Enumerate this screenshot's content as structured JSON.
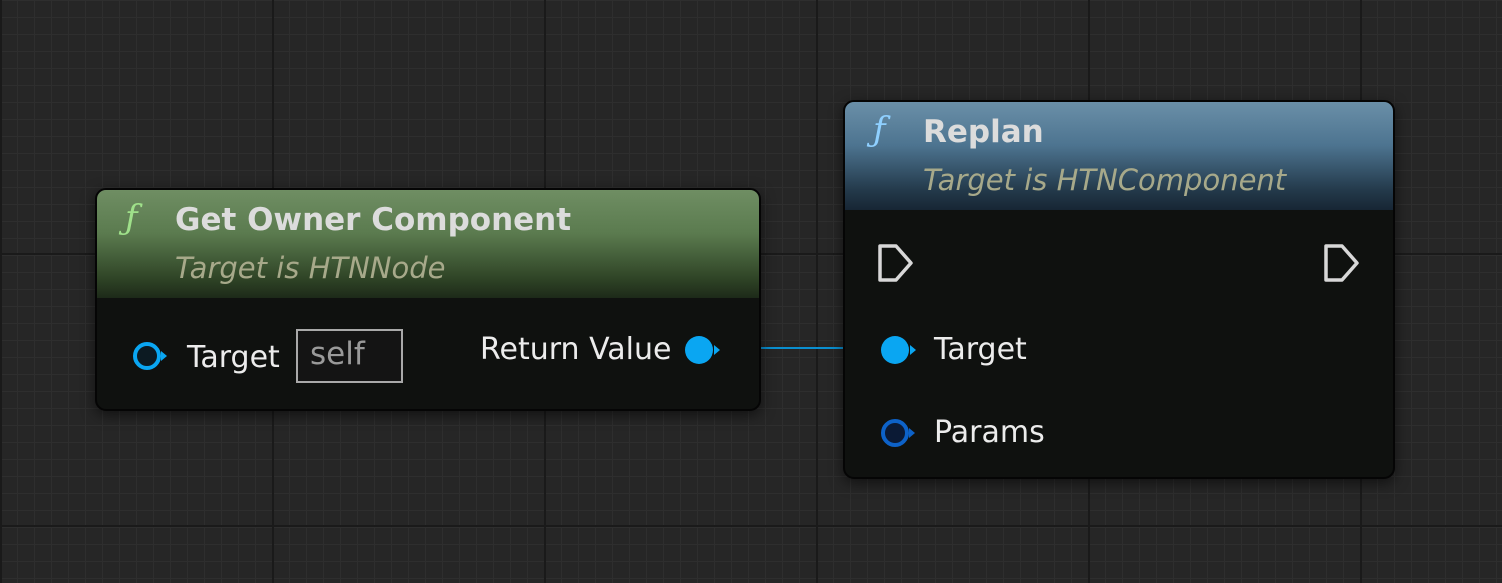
{
  "graph": {
    "wire_color": "#00a8f0",
    "pin_color": "#0aa6f2",
    "nodes": {
      "get_owner_component": {
        "title": "Get Owner Component",
        "subtitle": "Target is HTNNode",
        "header_color": "#5b7b4f",
        "function_icon": "function-icon",
        "inputs": [
          {
            "label": "Target",
            "default_value": "self",
            "connected": false
          }
        ],
        "outputs": [
          {
            "label": "Return Value",
            "connected": true
          }
        ]
      },
      "replan": {
        "title": "Replan",
        "subtitle": "Target is HTNComponent",
        "header_color": "#4d7490",
        "function_icon": "function-icon",
        "exec_in": "exec-pin-icon",
        "exec_out": "exec-pin-icon",
        "inputs": [
          {
            "label": "Target",
            "connected": true
          },
          {
            "label": "Params",
            "connected": false
          }
        ]
      }
    }
  }
}
